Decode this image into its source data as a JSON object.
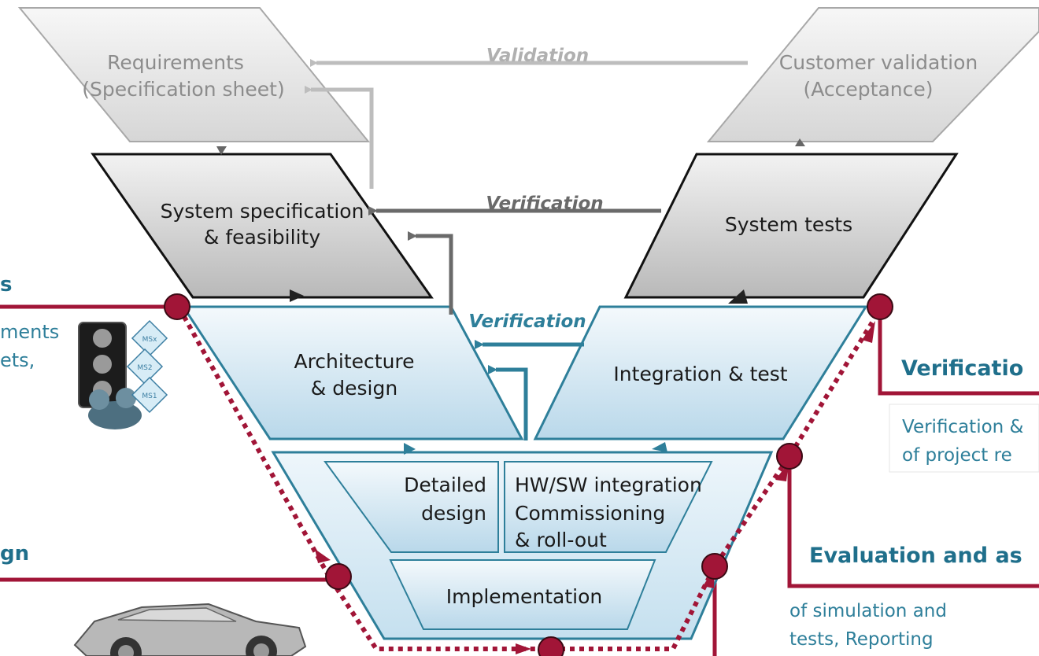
{
  "diagram": {
    "requirements": {
      "line1": "Requirements",
      "line2": "(Specification sheet)"
    },
    "customer_validation": {
      "line1": "Customer validation",
      "line2": "(Acceptance)"
    },
    "system_spec": {
      "line1": "System specification",
      "line2": "& feasibility"
    },
    "system_tests": {
      "line1": "System tests"
    },
    "architecture": {
      "line1": "Architecture",
      "line2": "& design"
    },
    "integration": {
      "line1": "Integration & test"
    },
    "detailed_design": {
      "line1": "Detailed",
      "line2": "design"
    },
    "hwsw": {
      "line1": "HW/SW integration",
      "line2": "Commissioning",
      "line3": "& roll-out"
    },
    "implementation": {
      "line1": "Implementation"
    },
    "arrows": {
      "validation": "Validation",
      "verification_1": "Verification",
      "verification_2": "Verification"
    },
    "milestones": [
      "MSx",
      "MS2",
      "MS1"
    ]
  },
  "side_labels": {
    "left_top_heading": "s",
    "left_top_text1": "ments",
    "left_top_text2": "ets,",
    "left_mid_heading": "gn",
    "right_verif_heading": "Verificatio",
    "right_verif_text1": "Verification &",
    "right_verif_text2": "of project re",
    "right_eval_heading": "Evaluation and as",
    "right_eval_text1": "of simulation and",
    "right_eval_text2": "tests, Reporting"
  },
  "colors": {
    "accent_red": "#a11537",
    "teal": "#2e7f9a",
    "teal_text": "#1f6f8b",
    "light_gray": "#bdbdbd",
    "dark_gray": "#666666"
  }
}
